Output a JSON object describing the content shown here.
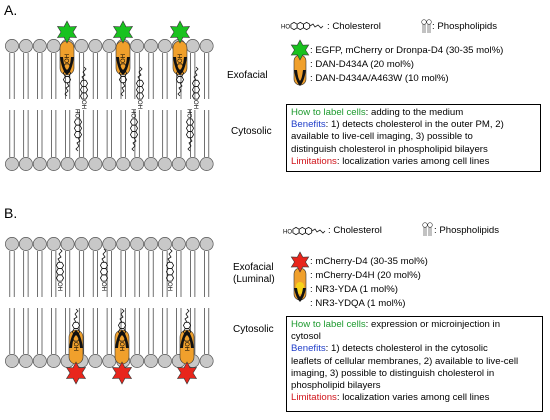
{
  "panelA": {
    "label": "A.",
    "legend": {
      "cholesterol": ": Cholesterol",
      "phospholipids": ": Phospholipids",
      "probe_green": ": EGFP, mCherry or Dronpa-D4 (30-35 mol%)",
      "probe_orange": ": DAN-D434A (20 mol%)",
      "probe_black": ": DAN-D434A/A463W (10 mol%)"
    },
    "side_exofacial": "Exofacial",
    "side_cytosolic": "Cytosolic",
    "info": {
      "how_label": "How to label cells",
      "how_text": ": adding to the medium",
      "benefits_label": "Benefits",
      "benefits_text_1": ": 1) detects cholesterol in the outer PM, 2)",
      "benefits_text_2": "available to live-cell imaging, 3) possible to",
      "benefits_text_3": "distinguish cholesterol in phospholipid bilayers",
      "limitations_label": "Limitations",
      "limitations_text": ": localization varies among cell lines"
    }
  },
  "panelB": {
    "label": "B.",
    "legend": {
      "cholesterol": ": Cholesterol",
      "phospholipids": ": Phospholipids",
      "probe_red": ": mCherry-D4 (30-35 mol%)",
      "probe_orange": ": mCherry-D4H (20 mol%)",
      "probe_yellow": ": NR3-YDA (1 mol%)",
      "probe_black": ": NR3-YDQA (1 mol%)"
    },
    "side_exofacial_1": "Exofacial",
    "side_exofacial_2": "(Luminal)",
    "side_cytosolic": "Cytosolic",
    "info": {
      "how_label": "How to label cells",
      "how_text_1": ": expression or microinjection in",
      "how_text_2": "cytosol",
      "benefits_label": "Benefits",
      "benefits_text_1": ": 1) detects cholesterol in the cytosolic",
      "benefits_text_2": "leaflets of cellular membranes, 2) available to live-cell",
      "benefits_text_3": "imaging, 3) possible to distinguish cholesterol in",
      "benefits_text_4": "phospholipid bilayers",
      "limitations_label": "Limitations",
      "limitations_text": ": localization varies among cell lines"
    }
  },
  "colors": {
    "probe_green": "#19c21f",
    "probe_red": "#e8261c",
    "probe_orange": "#f0a02c",
    "probe_yellow": "#f6d31a",
    "headgroup": "#c8c8c8",
    "green_text": "#1d9a2e",
    "blue_text": "#1f3dc9",
    "red_text": "#d0141b"
  }
}
